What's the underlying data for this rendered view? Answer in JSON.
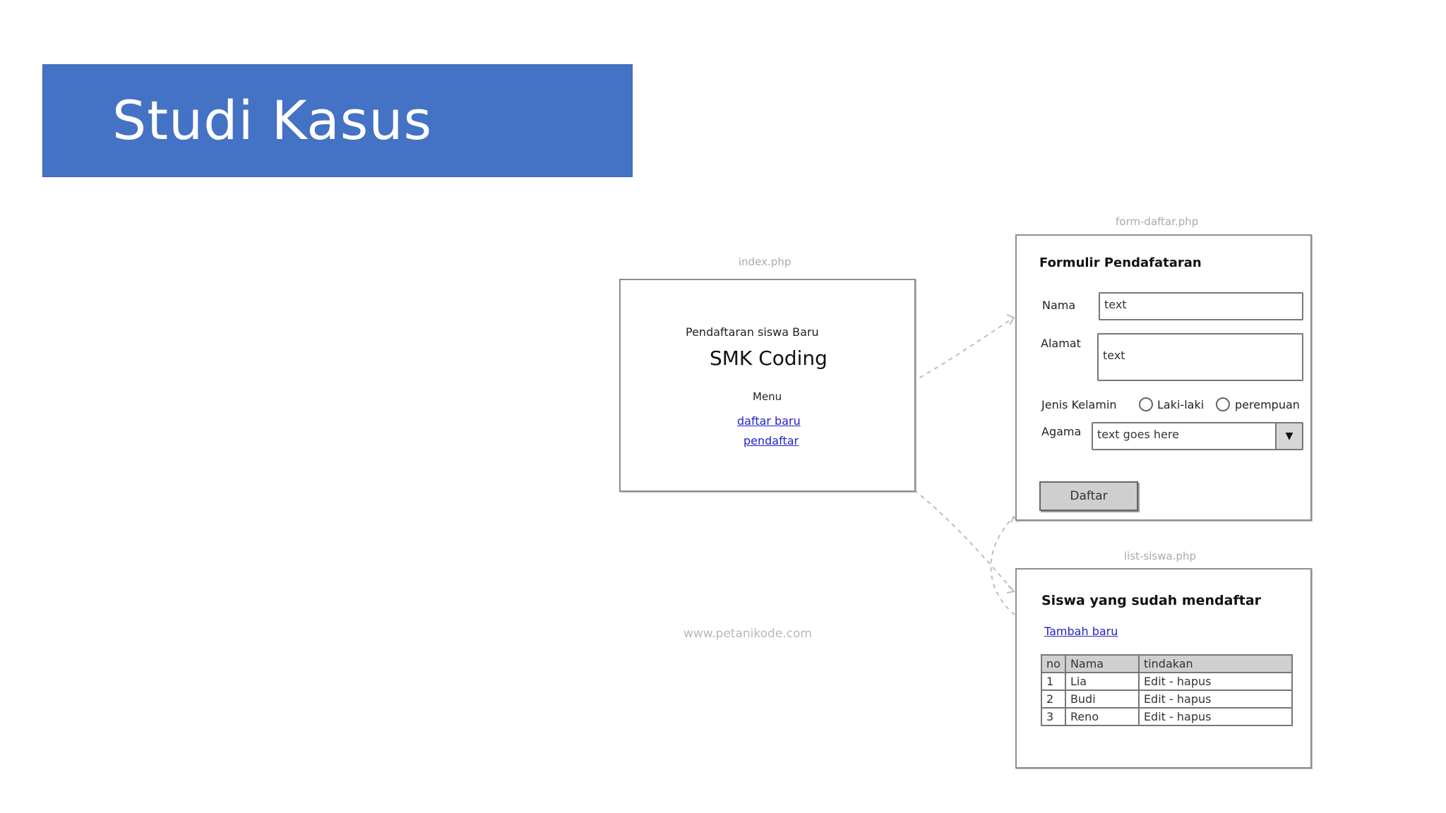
{
  "slide": {
    "title": "Studi Kasus"
  },
  "index_page": {
    "file_label": "index.php",
    "subtitle": "Pendaftaran siswa Baru",
    "heading": "SMK Coding",
    "menu_label": "Menu",
    "links": [
      "daftar baru",
      "pendaftar"
    ]
  },
  "form_page": {
    "file_label": "form-daftar.php",
    "title": "Formulir Pendafataran",
    "fields": {
      "nama_label": "Nama",
      "nama_value": "text",
      "alamat_label": "Alamat",
      "alamat_value": "text",
      "gender_label": "Jenis Kelamin",
      "gender_options": [
        "Laki-laki",
        "perempuan"
      ],
      "agama_label": "Agama",
      "agama_value": "text goes here"
    },
    "submit_label": "Daftar"
  },
  "list_page": {
    "file_label": "list-siswa.php",
    "title": "Siswa yang sudah mendaftar",
    "add_link": "Tambah baru",
    "columns": [
      "no",
      "Nama",
      "tindakan"
    ],
    "rows": [
      [
        "1",
        "Lia",
        "Edit - hapus"
      ],
      [
        "2",
        "Budi",
        "Edit - hapus"
      ],
      [
        "3",
        "Reno",
        "Edit - hapus"
      ]
    ]
  },
  "footer": {
    "credit": "www.petanikode.com"
  }
}
